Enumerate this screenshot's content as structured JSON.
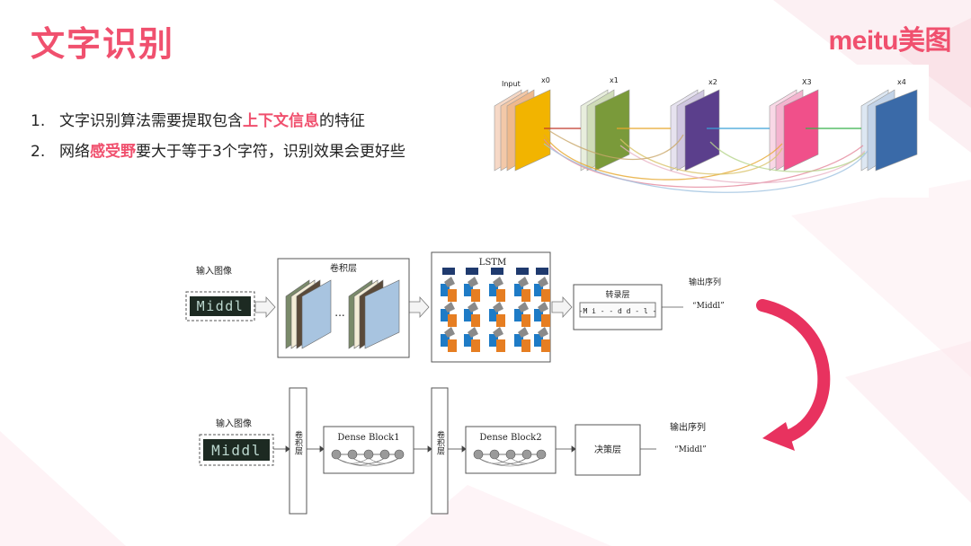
{
  "header": {
    "title": "文字识别",
    "logo_text": "meitu美图",
    "accent_color": "#f0506e"
  },
  "bullets": [
    {
      "num": "1.",
      "before": "文字识别算法需要提取包含",
      "highlight": "上下文信息",
      "after": "的特征"
    },
    {
      "num": "2.",
      "before": "网络",
      "highlight": "感受野",
      "after": "要大于等于3个字符，识别效果会更好些"
    }
  ],
  "densenet_figure": {
    "labels": [
      "Input",
      "x0",
      "x1",
      "x2",
      "X3",
      "x4"
    ],
    "block_colors": [
      "#f2b400",
      "#7a9a3a",
      "#5b3f8c",
      "#f0508a",
      "#3a6aa8"
    ],
    "arrow_colors": [
      "#c0392b",
      "#e6a82e",
      "#3aa0d8",
      "#37b04a"
    ]
  },
  "crnn": {
    "input_label": "输入图像",
    "input_word": "Middl",
    "conv_title": "卷积层",
    "ellipsis": "...",
    "lstm_title": "LSTM",
    "transcription_title": "转录层",
    "transcription_seq": "-M  i - - d d -  l -",
    "output_label": "输出序列",
    "output_value": "“Middl”"
  },
  "densenet_pipeline": {
    "input_label": "输入图像",
    "input_word": "Middl",
    "conv1_label": "卷积层",
    "block1_title": "Dense Block1",
    "conv2_label": "卷积层",
    "block2_title": "Dense Block2",
    "decision_label": "决策层",
    "output_label": "输出序列",
    "output_value": "“Middl”"
  }
}
